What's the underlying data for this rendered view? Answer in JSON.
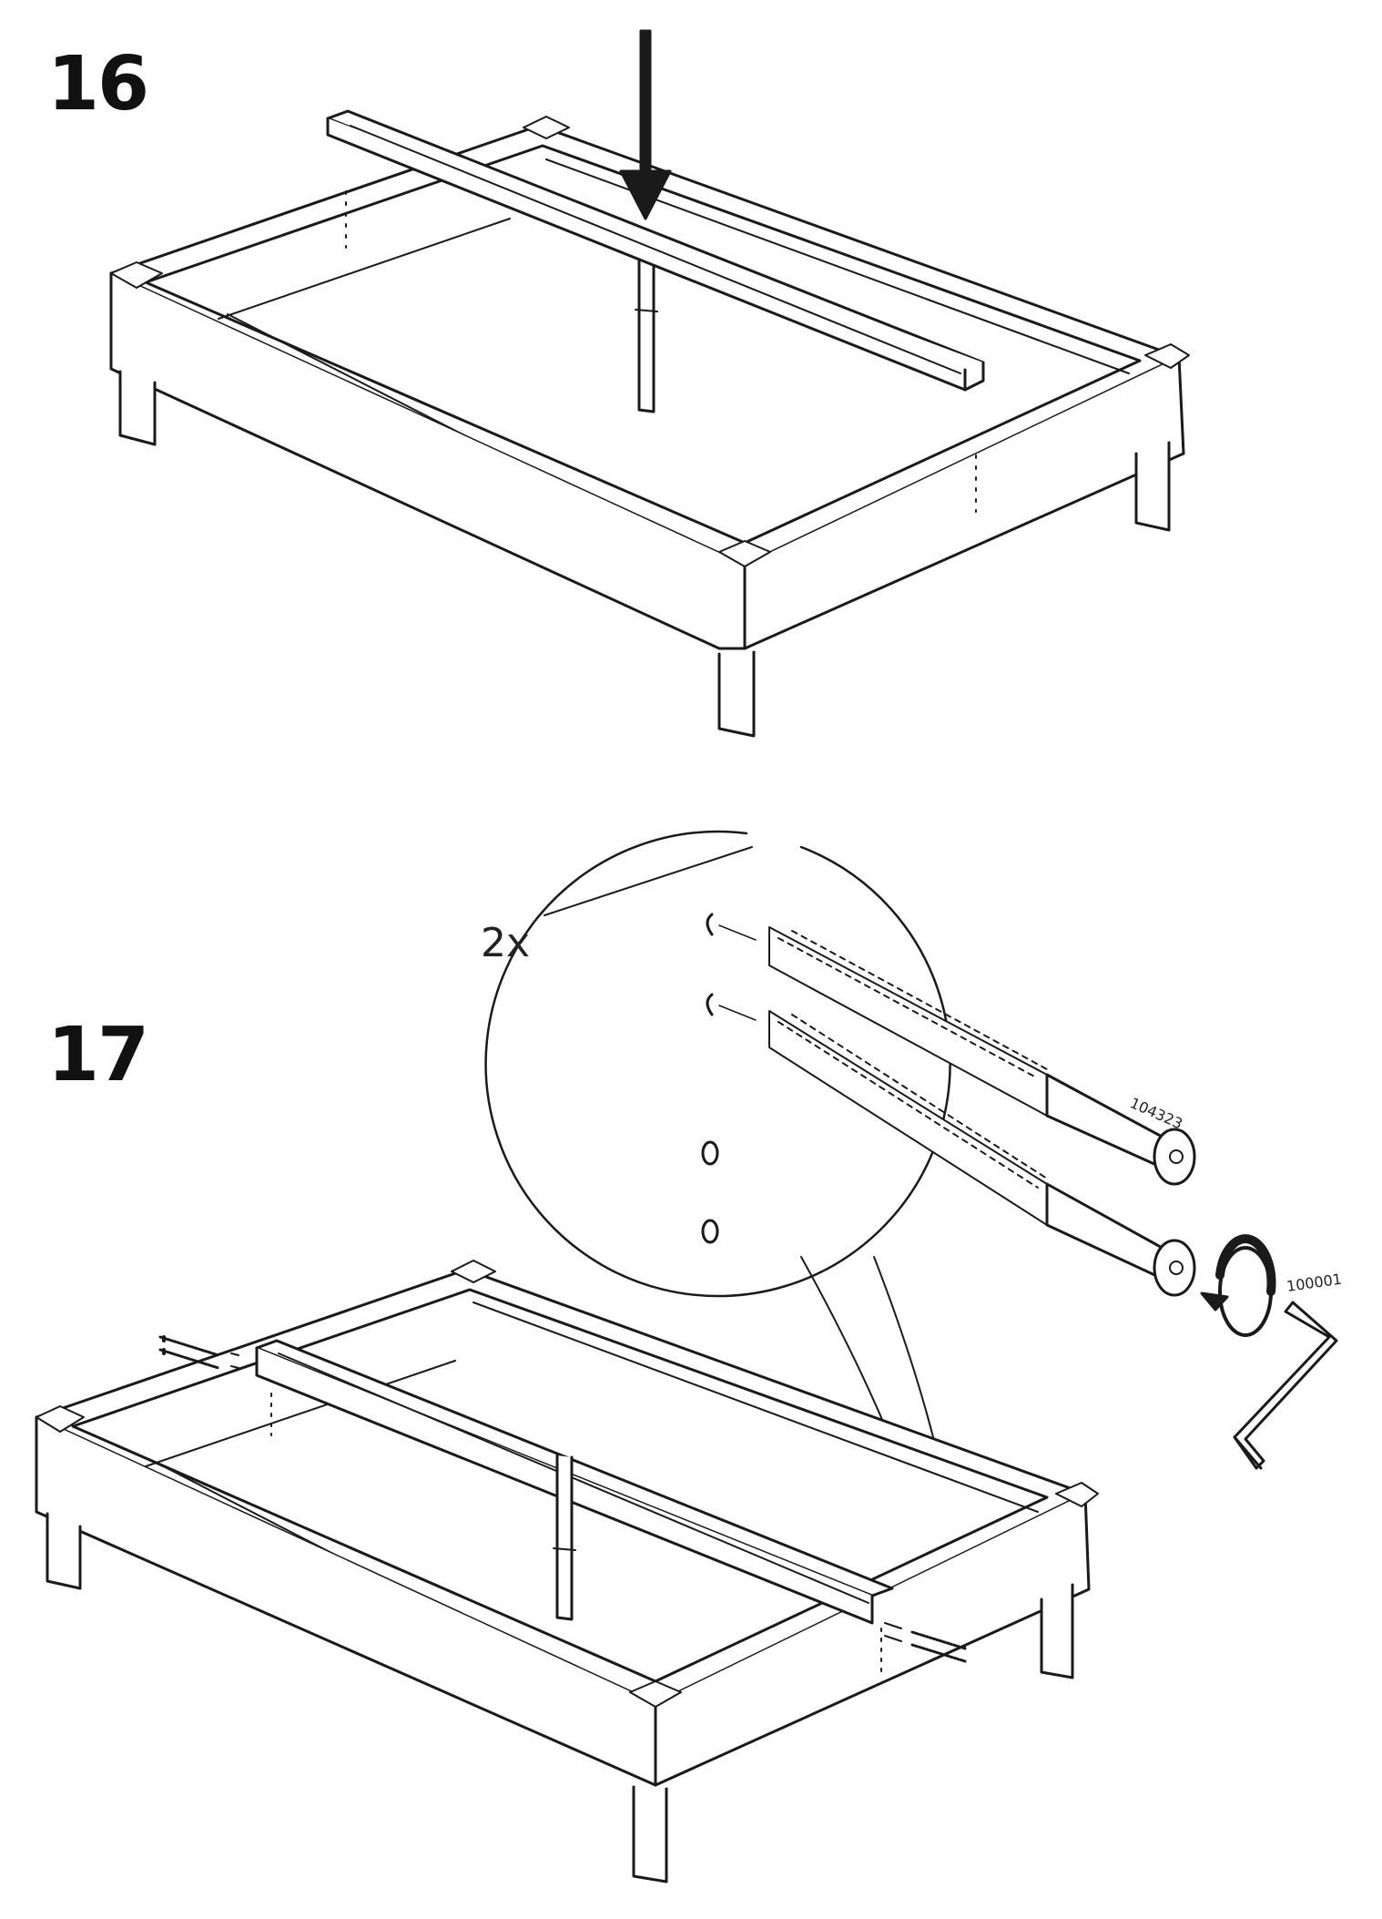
{
  "steps": [
    {
      "number": "16"
    },
    {
      "number": "17",
      "detail_quantity": "2x",
      "screw_part": "104323",
      "tool_part": "100001"
    }
  ]
}
